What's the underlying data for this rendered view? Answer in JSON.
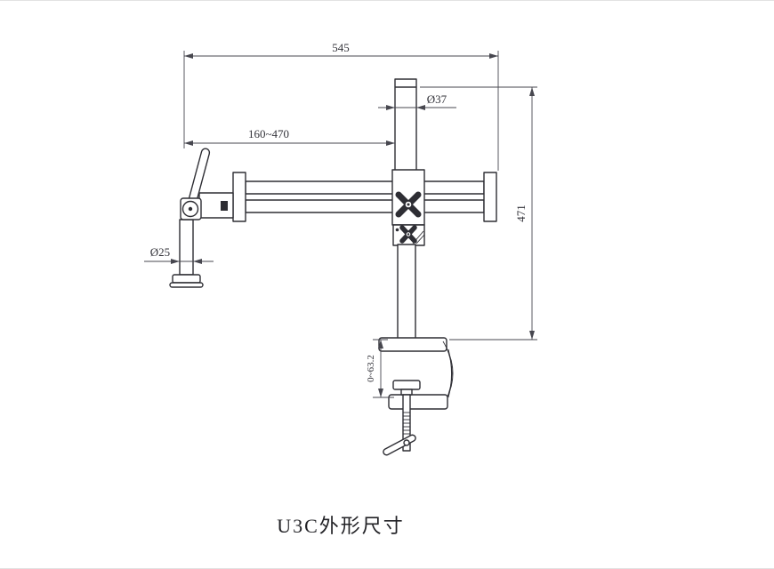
{
  "title": "U3C外形尺寸",
  "dimensions": {
    "overall_width": "545",
    "column_diameter": "Ø37",
    "horizontal_range": "160~470",
    "overall_height": "471",
    "post_diameter": "Ø25",
    "clamp_opening": "0~63.2"
  }
}
